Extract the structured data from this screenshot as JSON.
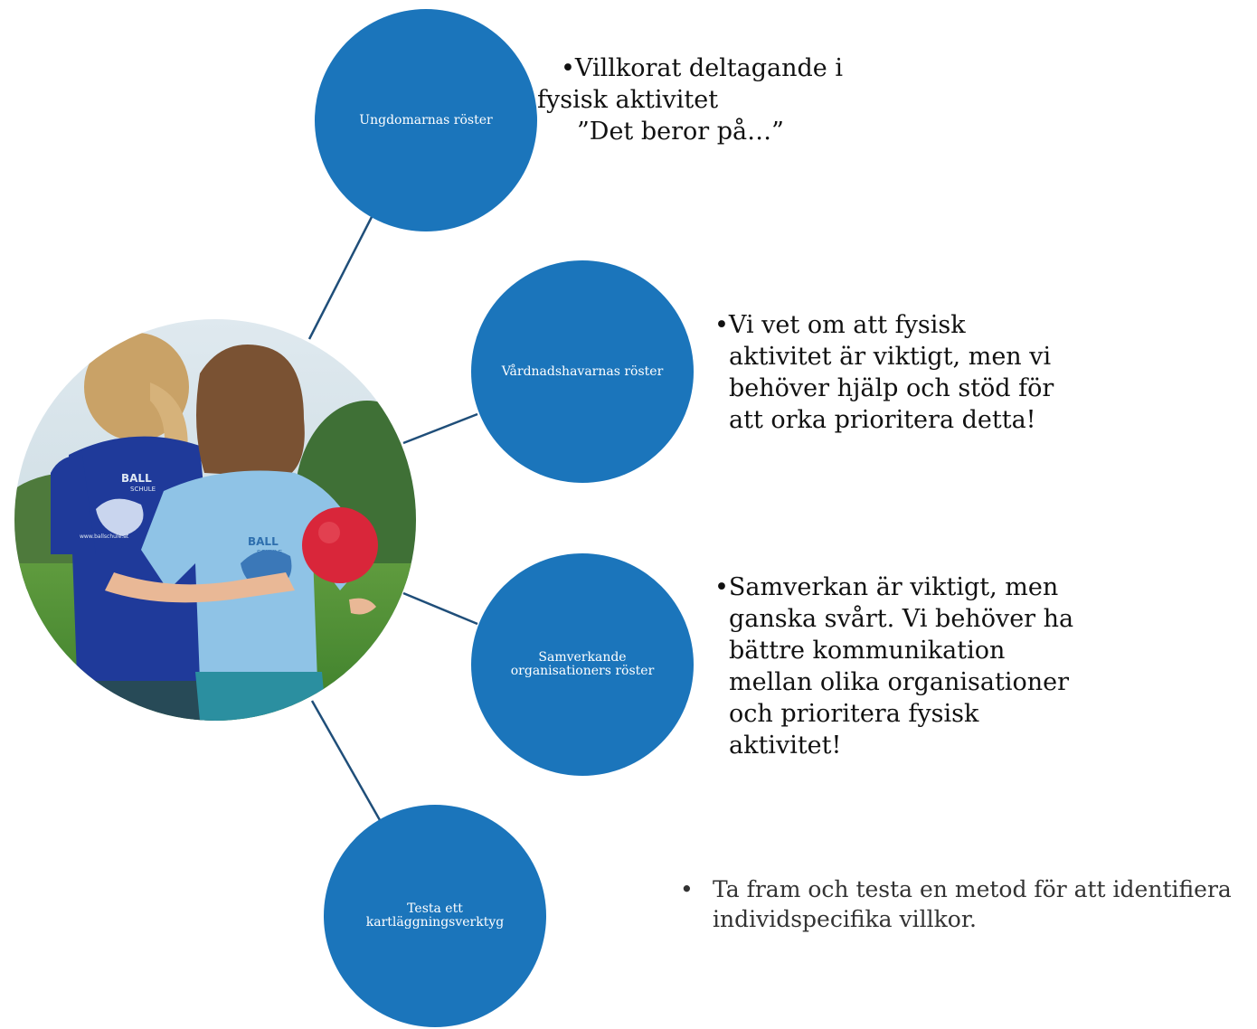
{
  "nodes": [
    {
      "label": "Ungdomarnas röster"
    },
    {
      "label": "Vårdnadshavarnas röster"
    },
    {
      "label": "Samverkande organisationers röster"
    },
    {
      "label": "Testa ett kartläggningsverktyg"
    }
  ],
  "descriptions": [
    {
      "lines": [
        "•Villkorat deltagande i",
        "fysisk aktivitet",
        "”Det beror på…”"
      ]
    },
    {
      "lines": [
        "•Vi vet om att fysisk",
        "aktivitet är viktigt, men vi",
        "behöver hjälp och stöd för",
        "att orka prioritera detta!"
      ]
    },
    {
      "lines": [
        "•Samverkan är viktigt, men",
        "ganska svårt. Vi behöver ha",
        "bättre kommunikation",
        "mellan olika organisationer",
        "och prioritera fysisk",
        "aktivitet!"
      ]
    },
    {
      "bullet": "•",
      "lines": [
        "Ta fram och testa en metod för att identifiera",
        "individspecifika villkor."
      ]
    }
  ],
  "photo": {
    "shirt_text_1": "BALL",
    "shirt_text_2": "SCHULE",
    "shirt_text_3": "BALL",
    "shirt_text_4": "SCHULE",
    "shirt_url": "www.ballschule.at"
  },
  "colors": {
    "node_fill": "#1b75bb",
    "connector": "#1f4e79"
  }
}
